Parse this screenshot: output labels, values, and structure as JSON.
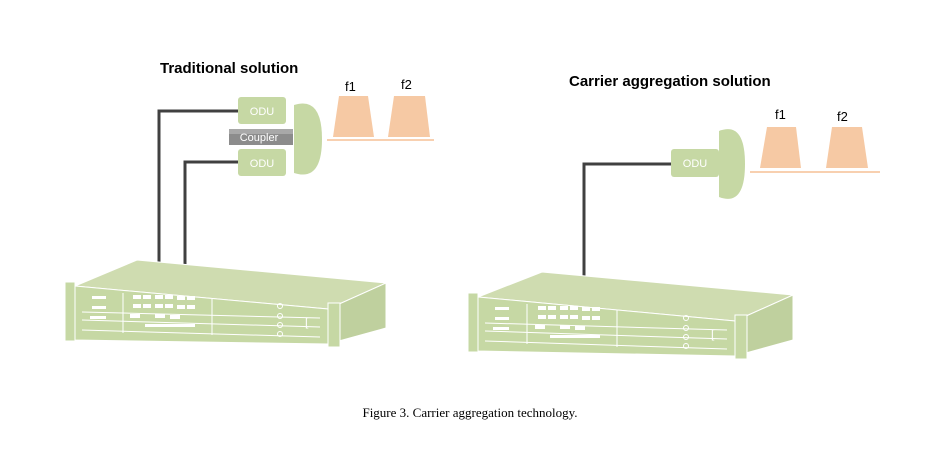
{
  "left": {
    "title": "Traditional solution",
    "odu_top": "ODU",
    "coupler": "Coupler",
    "odu_bottom": "ODU",
    "f1": "f1",
    "f2": "f2"
  },
  "right": {
    "title": "Carrier aggregation solution",
    "odu": "ODU",
    "f1": "f1",
    "f2": "f2"
  },
  "caption": "Figure 3. Carrier aggregation technology.",
  "colors": {
    "odu_fill": "#c6d8a4",
    "chassis_fill": "#cfdcb0",
    "chassis_stroke": "#ffffff",
    "coupler_fill": "#8c8c8c",
    "freq_fill": "#f6c9a4",
    "line": "#404040",
    "baseline": "#f0a060"
  }
}
